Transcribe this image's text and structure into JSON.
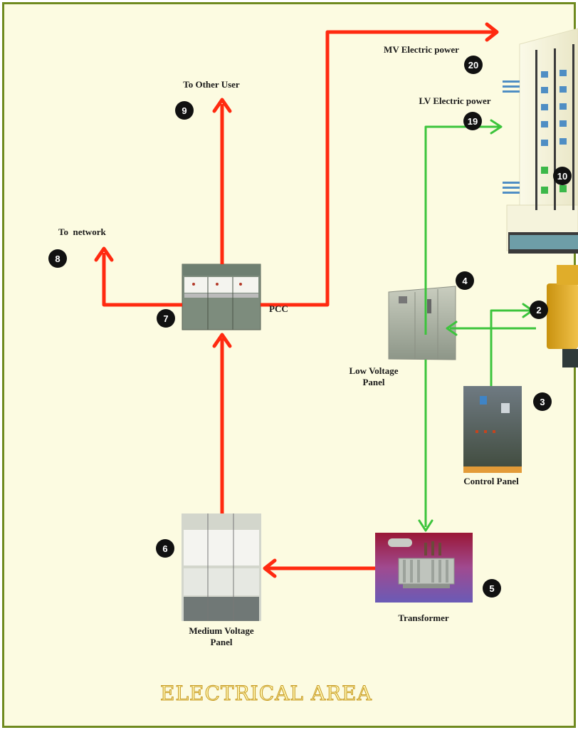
{
  "labels": {
    "mv_power": "MV Electric power",
    "lv_power": "LV Electric power",
    "other_user": "To Other User",
    "network": "To  network",
    "pcc": "PCC",
    "lv_panel_line1": "Low Voltage",
    "lv_panel_line2": "Panel",
    "control_panel": "Control Panel",
    "transformer": "Transformer",
    "mv_panel_line1": "Medium Voltage",
    "mv_panel_line2": "Panel"
  },
  "badges": {
    "b2": "2",
    "b3": "3",
    "b4": "4",
    "b5": "5",
    "b6": "6",
    "b7": "7",
    "b8": "8",
    "b9": "9",
    "b10": "10",
    "b19": "19",
    "b20": "20"
  },
  "area_title": "ELECTRICAL  AREA",
  "colors": {
    "mv_line": "#ff2a10",
    "lv_line": "#3cc43c",
    "border": "#6f8a1f",
    "background": "#fcfbe1"
  }
}
